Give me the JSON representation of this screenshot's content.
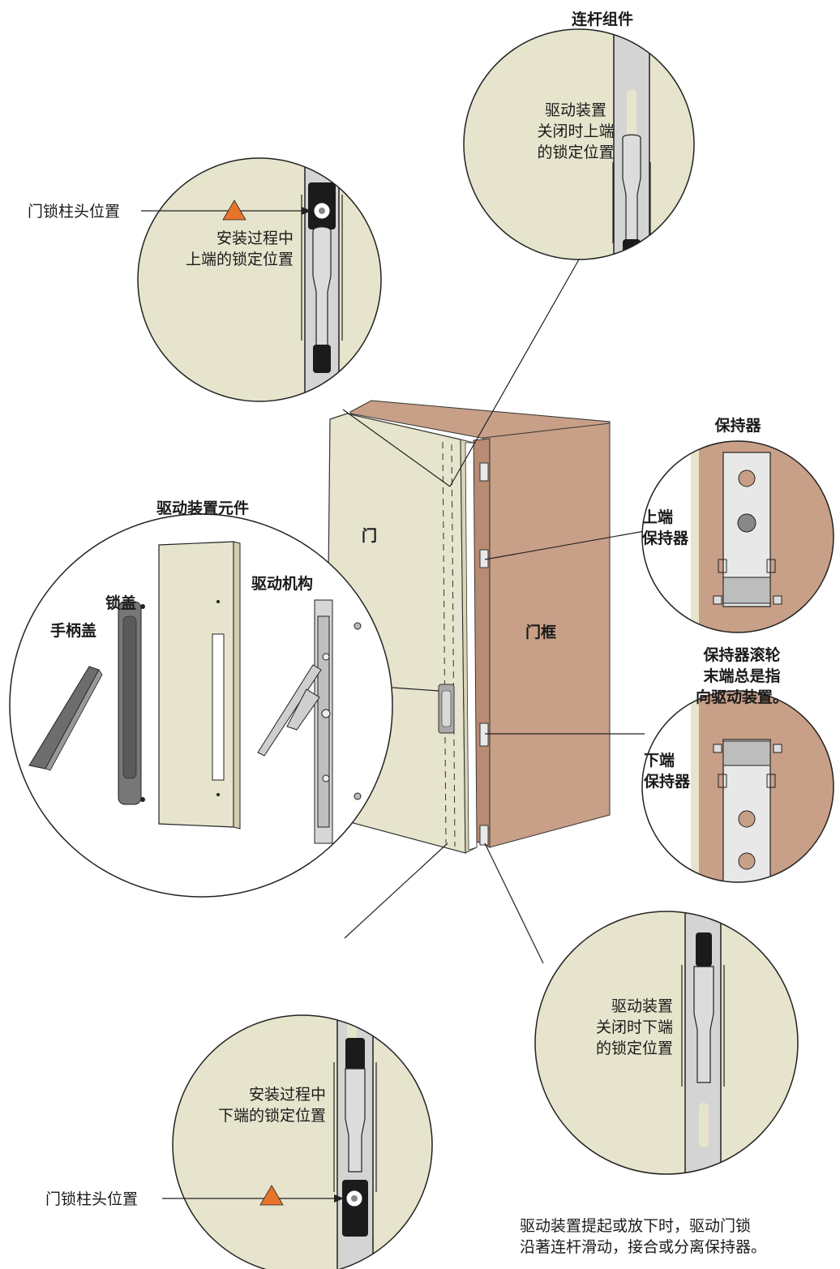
{
  "colors": {
    "door": "#e6e4cc",
    "frame": "#c89f87",
    "frame_dark": "#b88b72",
    "warning": "#e8742a",
    "outline": "#222222",
    "metal": "#d4d4d4",
    "metal_dark": "#1b1b1b"
  },
  "labels": {
    "linkage_assembly": "连杆组件",
    "drive_closed_top": [
      "驱动装置",
      "关闭时上端",
      "的锁定位置"
    ],
    "strike_position_top": "门锁柱头位置",
    "install_top": [
      "安装过程中",
      "上端的锁定位置"
    ],
    "keeper": "保持器",
    "upper_keeper": [
      "上端",
      "保持器"
    ],
    "keeper_note": [
      "保持器滚轮",
      "末端总是指",
      "向驱动装置。"
    ],
    "lower_keeper": [
      "下端",
      "保持器"
    ],
    "drive_components": "驱动装置元件",
    "lock_cover": "锁盖",
    "handle_cover": "手柄盖",
    "drive_mechanism": "驱动机构",
    "door": "门",
    "door_frame": "门框",
    "install_bottom": [
      "安装过程中",
      "下端的锁定位置"
    ],
    "strike_position_bottom": "门锁柱头位置",
    "drive_closed_bottom": [
      "驱动装置",
      "关闭时下端",
      "的锁定位置"
    ],
    "footer_note": [
      "驱动装置提起或放下时，驱动门锁",
      "沿著连杆滑动，接合或分离保持器。"
    ]
  },
  "icons": {
    "warning": "warning-triangle-icon"
  }
}
